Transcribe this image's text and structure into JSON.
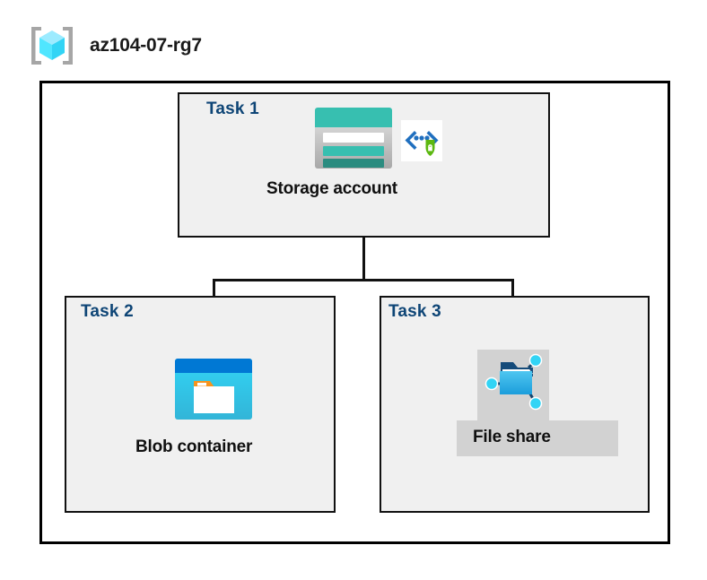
{
  "header": {
    "icon": "resource-group-icon",
    "title": "az104-07-rg7"
  },
  "resource_group": {
    "name": "az104-07-rg7"
  },
  "tasks": [
    {
      "id": "task-1",
      "label": "Task 1",
      "node_label": "Storage account",
      "icons": [
        "storage-account-icon",
        "secure-endpoint-icon"
      ]
    },
    {
      "id": "task-2",
      "label": "Task 2",
      "node_label": "Blob container",
      "icons": [
        "blob-container-icon"
      ]
    },
    {
      "id": "task-3",
      "label": "Task 3",
      "node_label": "File share",
      "icons": [
        "file-share-icon"
      ],
      "highlighted": true
    }
  ],
  "connections": [
    {
      "from": "Storage account",
      "to": "Blob container"
    },
    {
      "from": "Storage account",
      "to": "File share"
    }
  ],
  "colors": {
    "task_label": "#0e4576",
    "node_label": "#101010",
    "box_border": "#111111",
    "box_fill": "#f0f0f0",
    "page_background": "#ffffff",
    "storage_teal": "#37bfb0",
    "storage_teal_dark": "#2b8c80",
    "blob_blue": "#0078d4",
    "blob_cyan": "#32d4f5",
    "blob_orange": "#f7941e",
    "fileshare_blue": "#32b5e8",
    "shield_green": "#5cb811",
    "brackets_gray": "#a0a0a0",
    "cube_cyan": "#50e6ff",
    "highlight_gray": "#d2d2d2"
  }
}
